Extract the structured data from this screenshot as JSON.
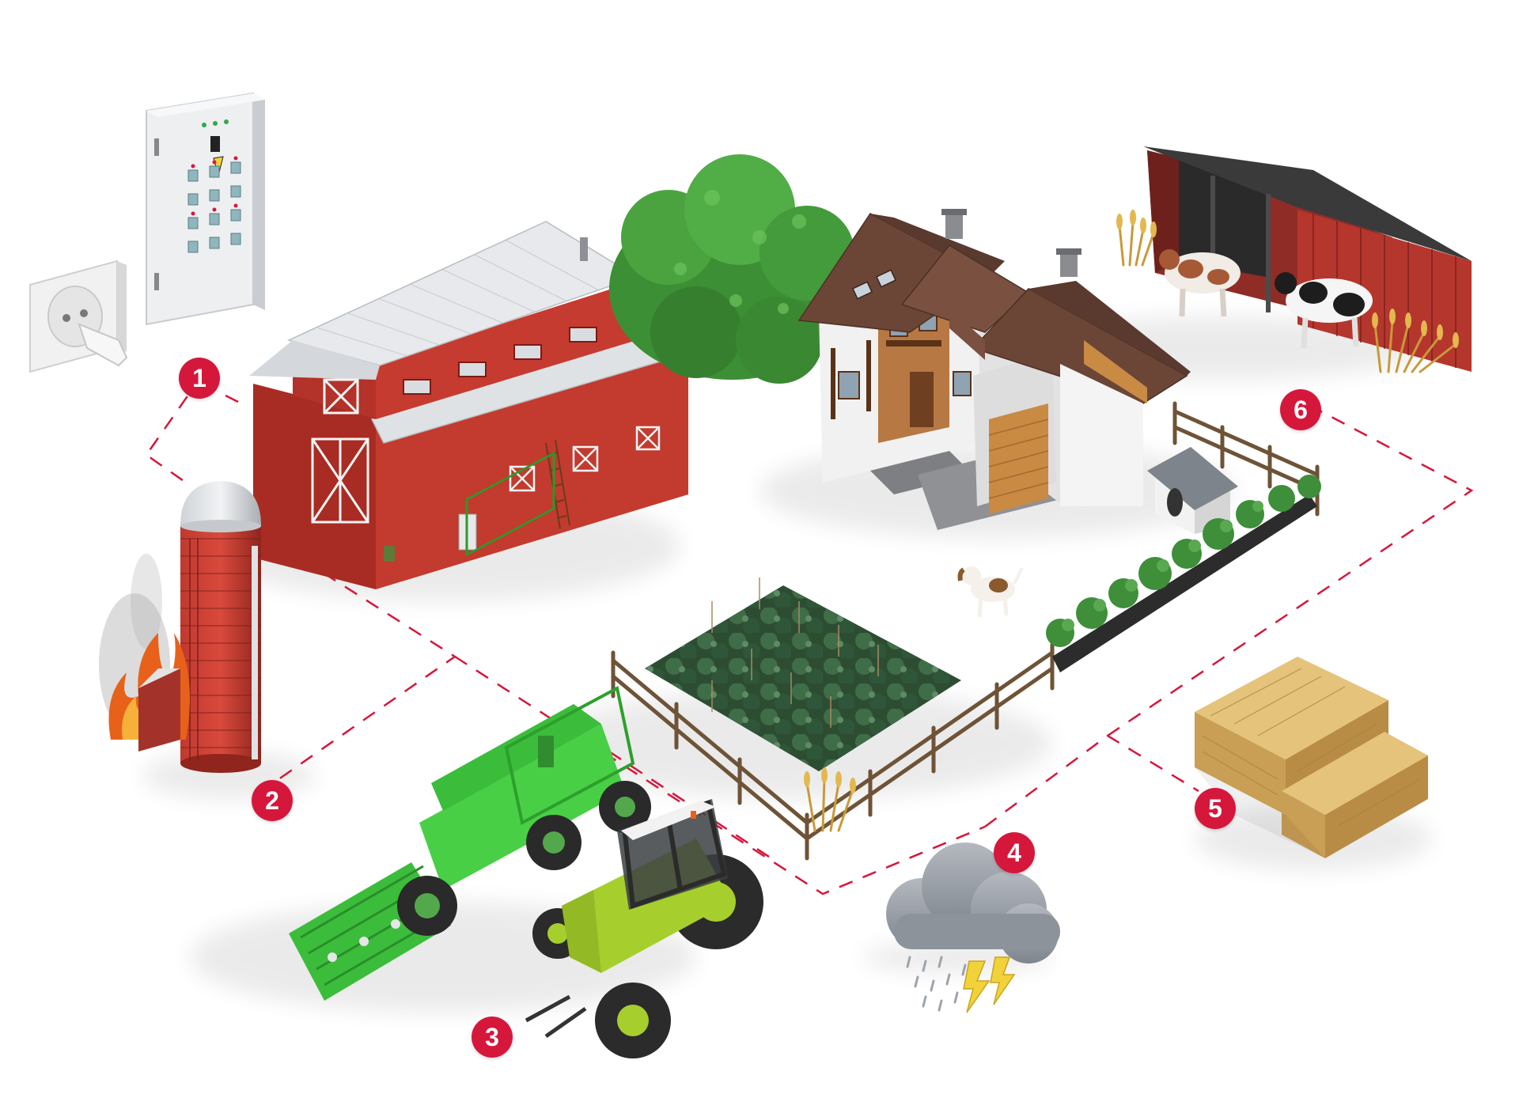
{
  "markers": [
    {
      "label": "1",
      "topic": "electrical"
    },
    {
      "label": "2",
      "topic": "fire"
    },
    {
      "label": "3",
      "topic": "machinery"
    },
    {
      "label": "4",
      "topic": "weather"
    },
    {
      "label": "5",
      "topic": "hay-storage"
    },
    {
      "label": "6",
      "topic": "livestock"
    }
  ],
  "colors": {
    "marker": "#d6173c",
    "dashed_line": "#d6173c",
    "barn_red": "#b8342a",
    "roof_grey": "#dcdfe2",
    "house_roof": "#6b4636",
    "foliage": "#3f9a36",
    "crop_green": "#355f3e",
    "machine_green": "#3cc43c",
    "tractor_lime": "#a6cf2e",
    "hay": "#d9b46a",
    "storm_cloud": "#9aa0a8",
    "lightning": "#f2d23a"
  },
  "icons": [
    "power-socket-icon",
    "electrical-panel-icon",
    "barn-icon",
    "silo-icon",
    "fire-icon",
    "tree-icon",
    "farmhouse-icon",
    "dog-house-icon",
    "dog-icon",
    "crop-field-icon",
    "fence-icon",
    "wheat-icon",
    "cowshed-icon",
    "cow-icon",
    "harvester-icon",
    "tractor-icon",
    "storm-cloud-icon",
    "lightning-icon",
    "hay-bale-icon"
  ]
}
